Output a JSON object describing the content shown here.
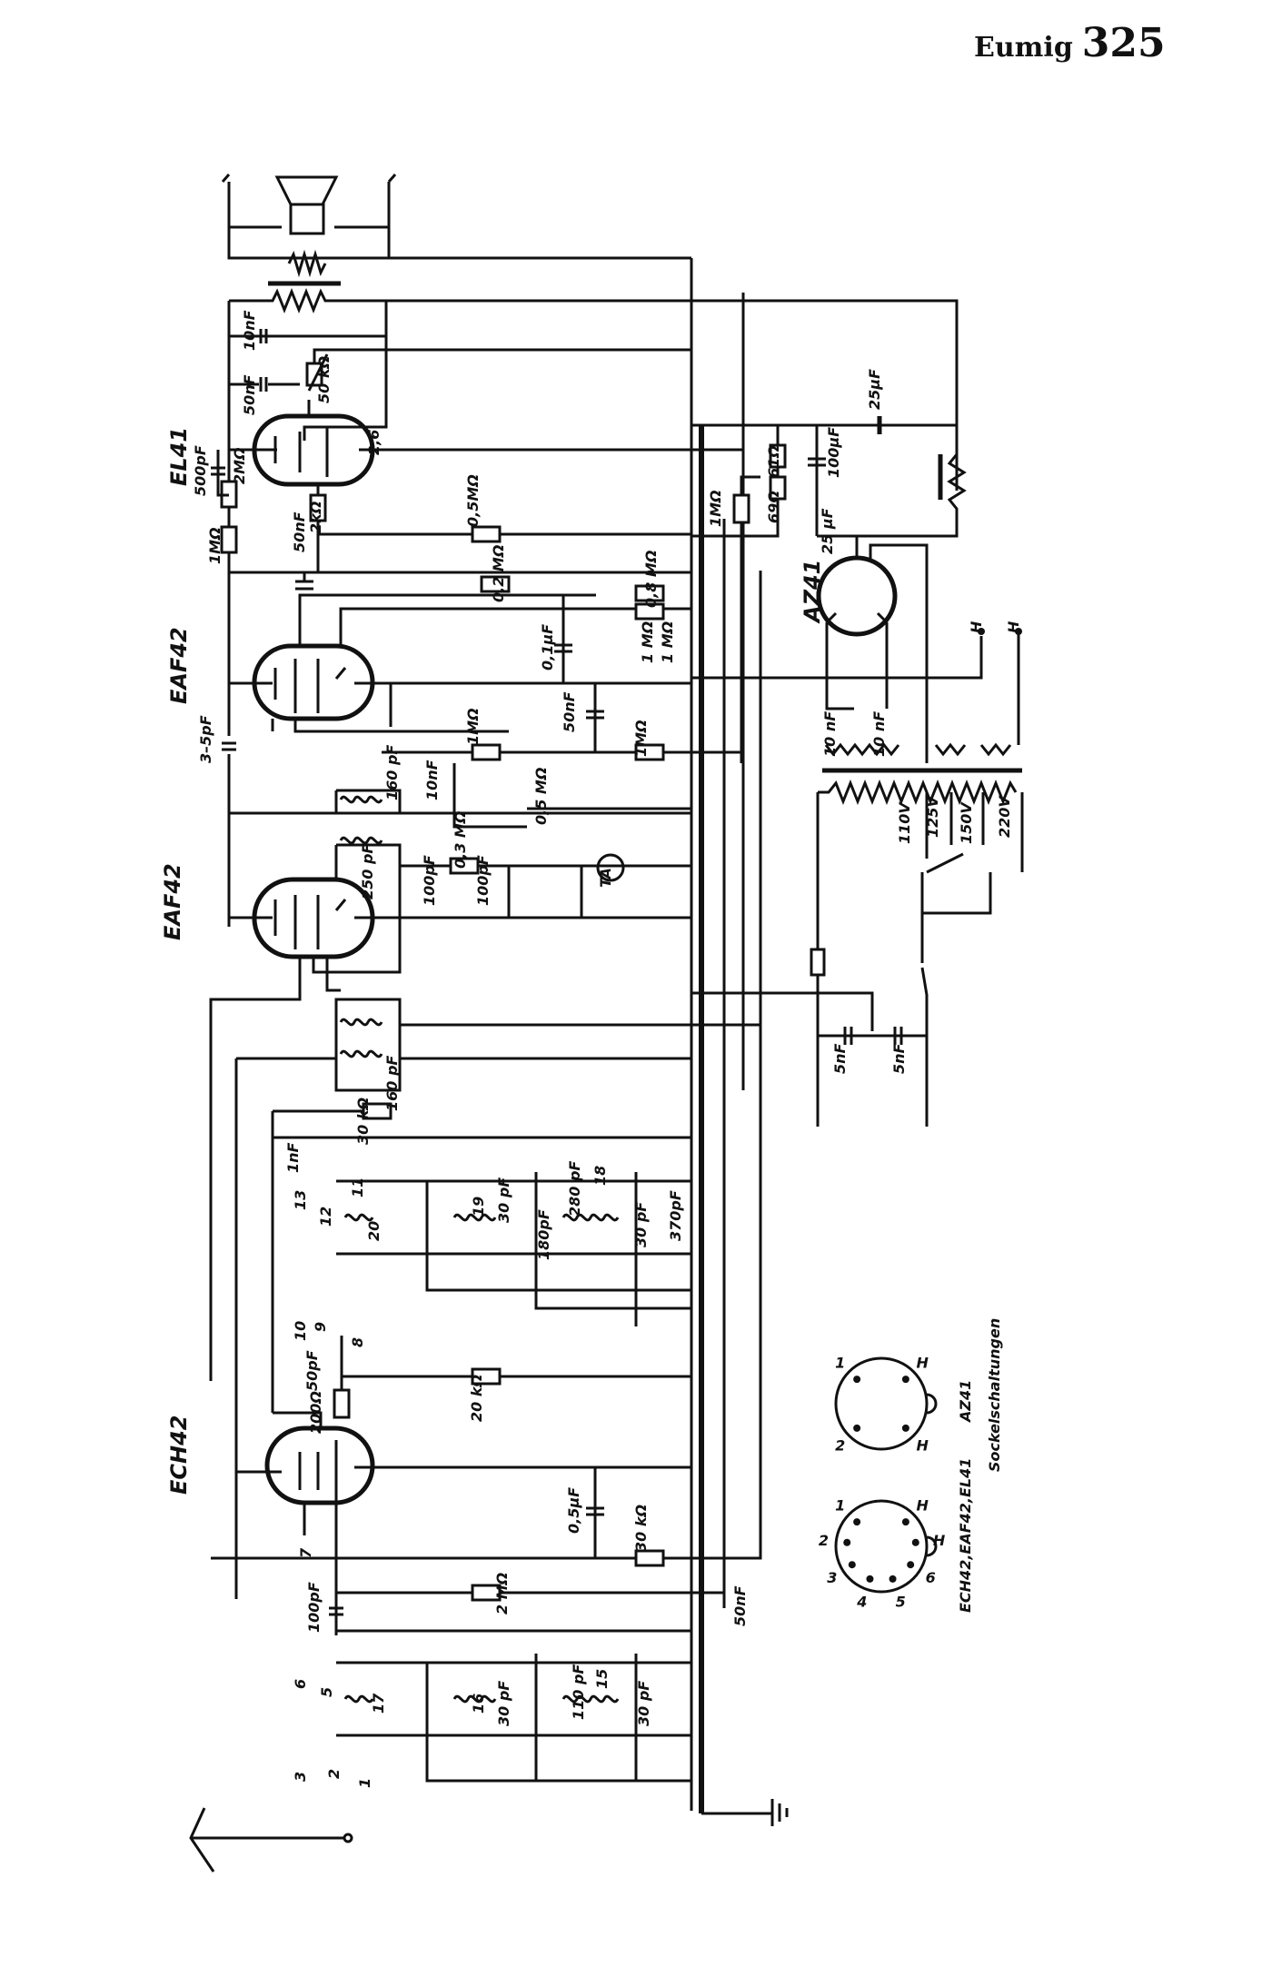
{
  "header": {
    "brand": "Eumig",
    "model": "325"
  },
  "tubes": [
    "EL41",
    "EAF42",
    "EAF42",
    "ECH42",
    "AZ41"
  ],
  "labels": [
    "10nF",
    "50nF",
    "50 kΩ",
    "2,6",
    "500pF",
    "2MΩ",
    "1MΩ",
    "2kΩ",
    "50nF",
    "0,5MΩ",
    "0,2 MΩ",
    "0,8 MΩ",
    "0,1µF",
    "1 MΩ",
    "1 MΩ",
    "3–5pF",
    "50nF",
    "1MΩ",
    "1MΩ",
    "160 pF",
    "10nF",
    "0,5 MΩ",
    "0,3 MΩ",
    "TA",
    "250 pF",
    "100pF",
    "100pF",
    "160 pF",
    "30 kΩ",
    "1nF",
    "13",
    "12",
    "11",
    "20",
    "19",
    "18",
    "30 pF",
    "280 pF",
    "180pF",
    "30 pF",
    "370pF",
    "10",
    "9",
    "8",
    "50pF",
    "200Ω",
    "20 kΩ",
    "0,5µF",
    "30 kΩ",
    "7",
    "100pF",
    "2 MΩ",
    "50nF",
    "6",
    "5",
    "17",
    "16",
    "15",
    "30 pF",
    "110 pF",
    "30 pF",
    "3",
    "2",
    "1",
    "25µF",
    "61Ω",
    "69Ω",
    "100µF",
    "25 µF",
    "1MΩ",
    "H",
    "H",
    "10 nF",
    "10 nF",
    "110V",
    "125V",
    "150V",
    "220V",
    "5nF",
    "5nF"
  ],
  "sockets": {
    "caption": "Sockelschaltungen",
    "left_label": "ECH42,EAF42,EL41",
    "right_label": "AZ41",
    "left_pins": [
      "1",
      "2",
      "3",
      "4",
      "5",
      "6",
      "H",
      "H"
    ],
    "right_pins": [
      "1",
      "2",
      "H",
      "H"
    ]
  }
}
